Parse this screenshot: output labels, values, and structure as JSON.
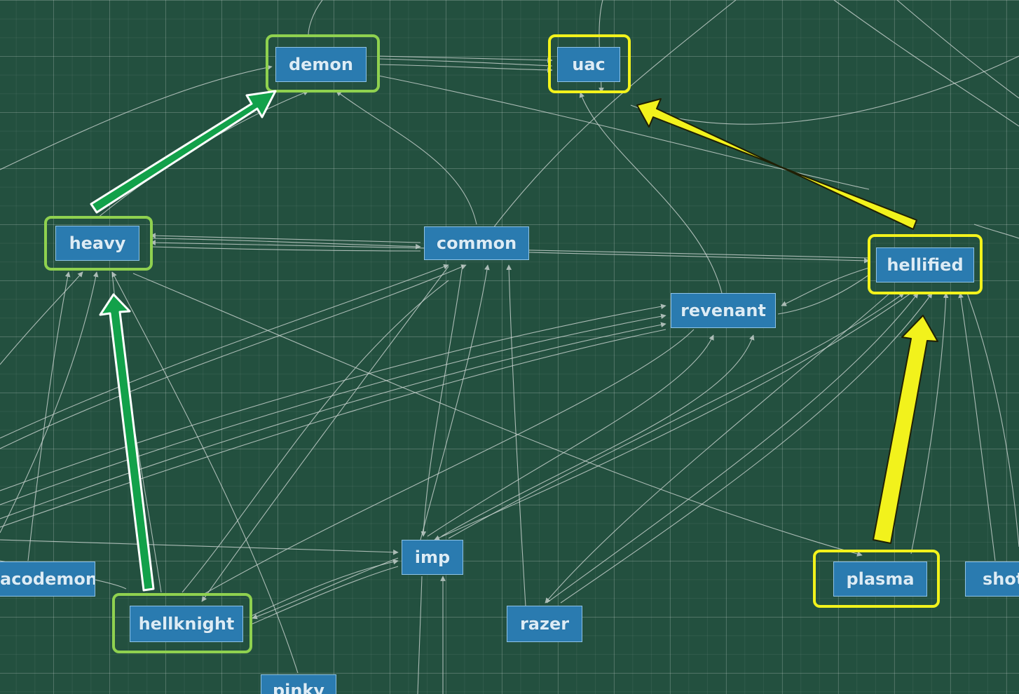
{
  "nodes": {
    "demon": "demon",
    "uac": "uac",
    "heavy": "heavy",
    "common": "common",
    "hellified": "hellified",
    "revenant": "revenant",
    "imp": "imp",
    "cacodemon": "acodemon",
    "hellknight": "hellknight",
    "razer": "razer",
    "plasma": "plasma",
    "shotgun": "shot",
    "pinky": "pinky"
  },
  "colors": {
    "background": "#23503f",
    "node_fill": "#2a7bb0",
    "green_highlight": "#8fd14f",
    "yellow_highlight": "#f2f21c",
    "green_arrow": "#12a14a",
    "yellow_arrow": "#f2f21c"
  },
  "annotations": {
    "green_chain": [
      "hellknight",
      "heavy",
      "demon"
    ],
    "yellow_chain": [
      "plasma",
      "hellified",
      "uac"
    ]
  }
}
